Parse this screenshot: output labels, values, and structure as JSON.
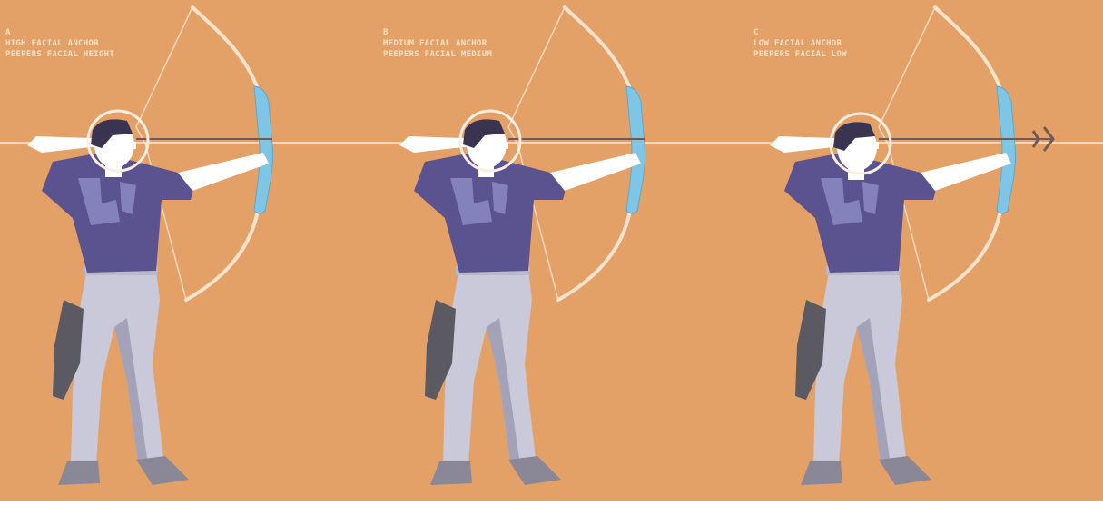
{
  "panels": [
    {
      "letter": "A",
      "line1": "HIGH FACIAL ANCHOR",
      "line2": "PEEPERS FACIAL HEIGHT",
      "release": "anchored"
    },
    {
      "letter": "B",
      "line1": "MEDIUM FACIAL ANCHOR",
      "line2": "PEEPERS FACIAL MEDIUM",
      "release": "anchored"
    },
    {
      "letter": "C",
      "line1": "LOW FACIAL ANCHOR",
      "line2": "PEEPERS FACIAL LOW",
      "release": "arrow-extended"
    }
  ],
  "colors": {
    "background": "#e3a168",
    "shirt": "#5b5290",
    "shirt_shadow": "#433d75",
    "pants": "#c9c9d9",
    "pants_shadow": "#9a99b0",
    "bow_riser": "#7fc6e6",
    "bow_limb": "#f7e2cc",
    "skin": "#ffffff",
    "hair": "#3b3450",
    "aim_line": "#f4d5b6",
    "anchor_circle": "#fbefe2",
    "quiver": "#5b5a63"
  }
}
